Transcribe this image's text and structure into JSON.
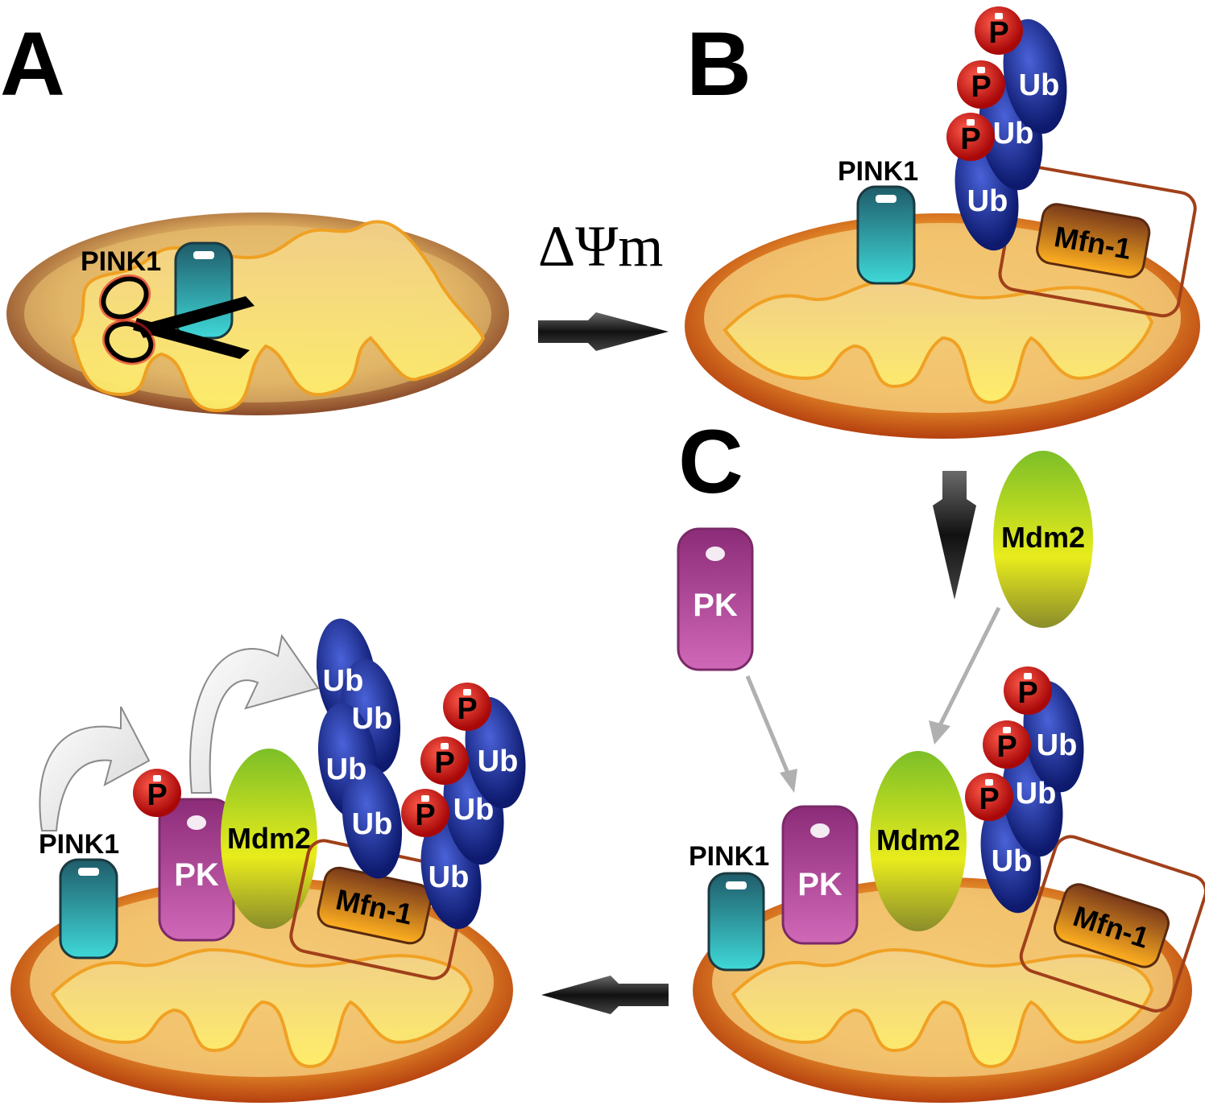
{
  "panels": {
    "a": {
      "letter": "A",
      "pink1": "PINK1"
    },
    "b": {
      "letter": "B",
      "pink1": "PINK1",
      "mfn1": "Mfn-1",
      "ub": [
        "Ub",
        "Ub",
        "Ub"
      ],
      "p": [
        "P",
        "P",
        "P"
      ]
    },
    "c": {
      "letter": "C",
      "pk_free": "PK",
      "mdm2_free": "Mdm2",
      "pink1": "PINK1",
      "pk": "PK",
      "mdm2": "Mdm2",
      "mfn1": "Mfn-1",
      "ub": [
        "Ub",
        "Ub",
        "Ub"
      ],
      "p": [
        "P",
        "P",
        "P"
      ]
    },
    "d": {
      "pink1": "PINK1",
      "pk": "PK",
      "mdm2": "Mdm2",
      "mfn1": "Mfn-1",
      "pk_p": "P",
      "ub_chain": [
        "Ub",
        "Ub",
        "Ub",
        "Ub"
      ],
      "ub_p": [
        "Ub",
        "Ub",
        "Ub"
      ],
      "p": [
        "P",
        "P",
        "P"
      ]
    }
  },
  "transition": {
    "label": "ΔΨm"
  },
  "colors": {
    "mito_outer": "#c0561c",
    "mito_inner": "#ffd24d",
    "pink1": "#2a8e95",
    "ub": "#1a2b8f",
    "phospho": "#d9171c",
    "pk": "#a63a8c",
    "mdm2": "#b8cf1c",
    "mfn1": "#c6521a",
    "arrow": "#2a2a2a"
  },
  "icons": [
    "scissors-icon",
    "right-arrow-icon",
    "down-arrow-icon",
    "left-arrow-icon",
    "curved-arrow-icon"
  ]
}
